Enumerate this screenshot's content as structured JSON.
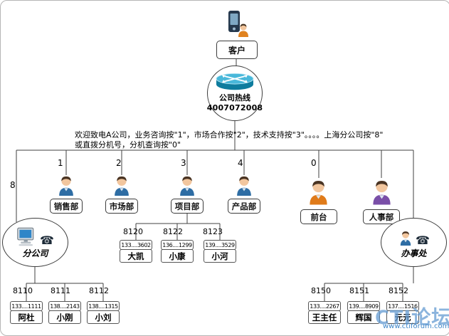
{
  "customer": {
    "label": "客户"
  },
  "hotline": {
    "label": "公司热线",
    "number": "4007072008"
  },
  "announcement": {
    "line1": "欢迎致电A公司，业务咨询按\"1\"，市场合作按\"2\"，技术支持按\"3\"。。。。上海分公司按\"8\"",
    "line2": "或直拨分机号，分机查询按\"0\""
  },
  "departments": [
    {
      "key": "1",
      "label": "销售部"
    },
    {
      "key": "2",
      "label": "市场部"
    },
    {
      "key": "3",
      "label": "项目部"
    },
    {
      "key": "4",
      "label": "产品部"
    },
    {
      "key": "0",
      "label": "前台"
    },
    {
      "key": "",
      "label": "人事部"
    }
  ],
  "branch_left": {
    "key": "8",
    "label": "分公司"
  },
  "branch_right": {
    "label": "办事处"
  },
  "project_extensions": [
    {
      "ext": "8120",
      "phone": "133....3602",
      "name": "大凯"
    },
    {
      "ext": "8122",
      "phone": "136....1299",
      "name": "小康"
    },
    {
      "ext": "8123",
      "phone": "139....3529",
      "name": "小河"
    }
  ],
  "left_extensions": [
    {
      "ext": "8110",
      "phone": "133....1111",
      "name": "阿杜"
    },
    {
      "ext": "8111",
      "phone": "138....2143",
      "name": "小刚"
    },
    {
      "ext": "8112",
      "phone": "138....1315",
      "name": "小刘"
    }
  ],
  "right_extensions": [
    {
      "ext": "8150",
      "phone": "133....2267",
      "name": "王主任"
    },
    {
      "ext": "8151",
      "phone": "139....8909",
      "name": "辉国"
    },
    {
      "ext": "8152",
      "phone": "137....1516",
      "name": "元元"
    }
  ],
  "icons": {
    "phone": "☎"
  },
  "colors": {
    "line": "#404040",
    "person_blue": "#2e6da4",
    "person_orange": "#e07b1a",
    "person_purple": "#7a4fa8",
    "router_teal": "#49b8da",
    "watermark_blue": "#3d85c8"
  },
  "watermark": {
    "brand": "CTI论坛",
    "url": "www.ctiforum.com"
  }
}
